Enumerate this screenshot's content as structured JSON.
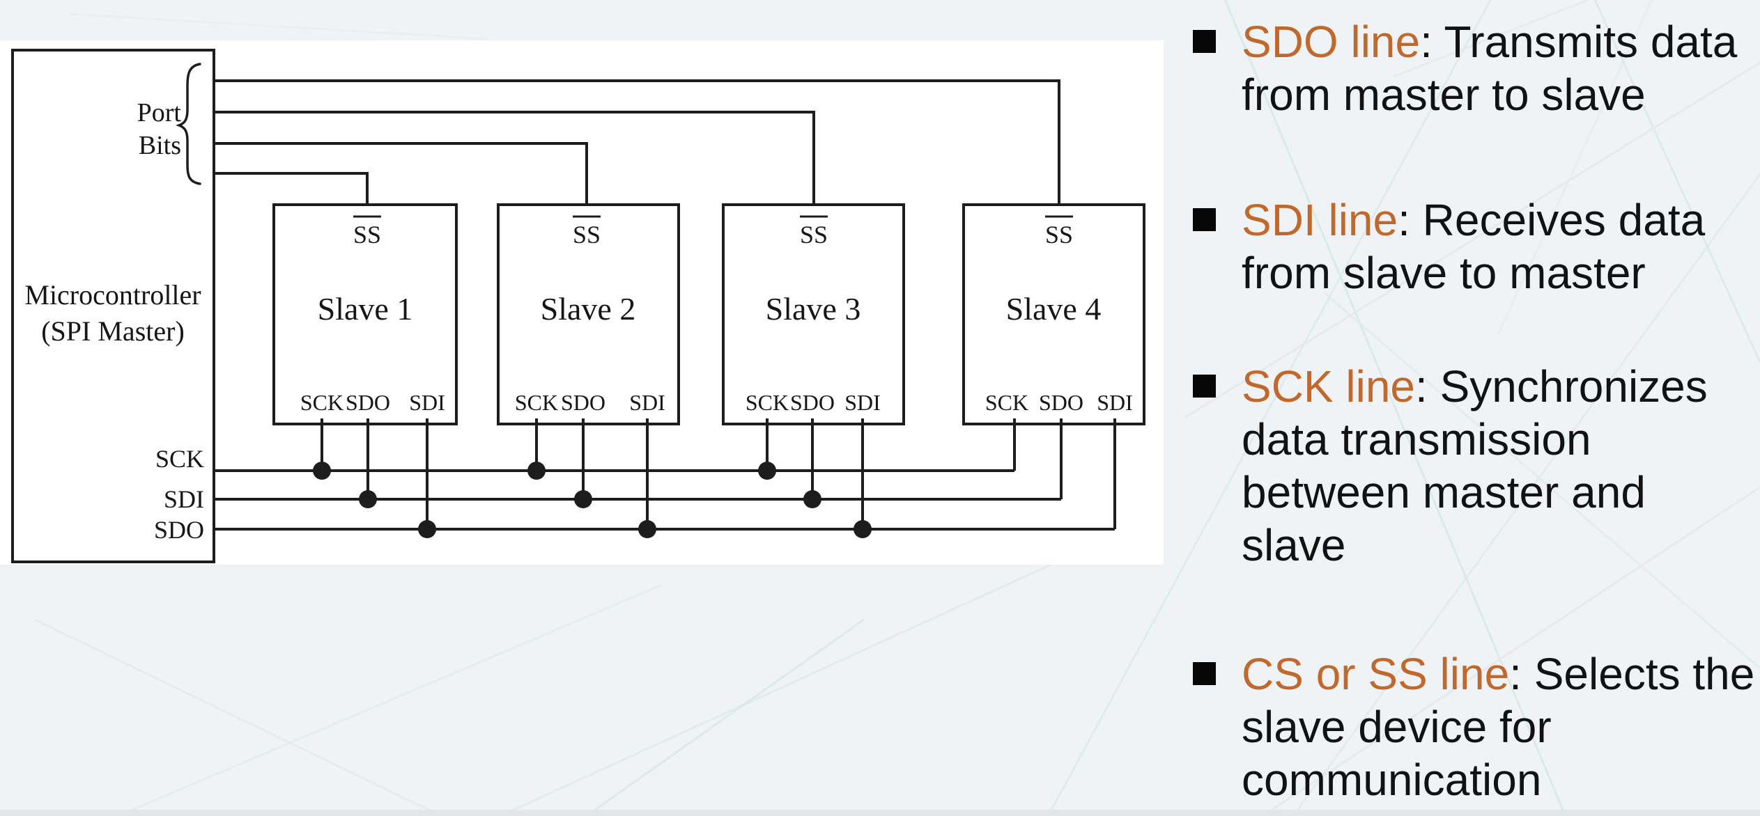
{
  "slide": {
    "background_color": "#f0f3f5",
    "panel_color": "#ffffff",
    "bottom_band_color": "#e2e6e9",
    "pattern_line_teal": "#cfe5e4",
    "pattern_line_gray": "#e4e9eb"
  },
  "diagram": {
    "ink_color": "#1d1d1d",
    "master": {
      "label_line1": "Microcontroller",
      "label_line2": "(SPI Master)",
      "port_label": "Port",
      "bits_label": "Bits",
      "pin_sck": "SCK",
      "pin_sdi": "SDI",
      "pin_sdo": "SDO"
    },
    "slaves": [
      {
        "name": "Slave 1",
        "ss_label": "SS",
        "pin_sck": "SCK",
        "pin_sdo": "SDO",
        "pin_sdi": "SDI"
      },
      {
        "name": "Slave 2",
        "ss_label": "SS",
        "pin_sck": "SCK",
        "pin_sdo": "SDO",
        "pin_sdi": "SDI"
      },
      {
        "name": "Slave 3",
        "ss_label": "SS",
        "pin_sck": "SCK",
        "pin_sdo": "SDO",
        "pin_sdi": "SDI"
      },
      {
        "name": "Slave 4",
        "ss_label": "SS",
        "pin_sck": "SCK",
        "pin_sdo": "SDO",
        "pin_sdi": "SDI"
      }
    ]
  },
  "bullets": [
    {
      "term": "SDO line",
      "rest": ": Transmits data",
      "lines": [
        "from master to slave"
      ]
    },
    {
      "term": "SDI line",
      "rest": ": Receives data",
      "lines": [
        "from slave to master"
      ]
    },
    {
      "term": "SCK line",
      "rest": ": Synchronizes",
      "lines": [
        "data transmission",
        "between master and",
        "slave"
      ]
    },
    {
      "term": "CS or SS line",
      "rest": ": Selects the",
      "lines": [
        "slave device for",
        "communication"
      ]
    }
  ],
  "colors": {
    "term_color": "#c1692d",
    "body_text_color": "#121212",
    "bullet_square_color": "#070707"
  }
}
